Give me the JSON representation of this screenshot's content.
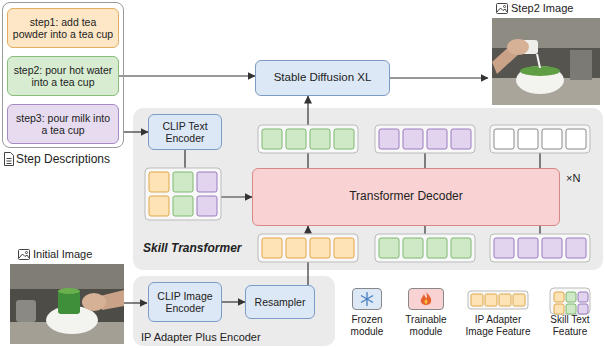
{
  "diagram": {
    "nodes": [
      {
        "text": [
          "Step Descriptions"
        ]
      },
      {
        "text": [
          "step1: add tea powder into a tea cup"
        ],
        "in": 0
      },
      {
        "text": [
          "step2: pour hot water into a tea cup"
        ],
        "in": 0
      },
      {
        "text": [
          "step3: pour milk into a tea cup"
        ],
        "in": 0
      },
      {
        "text": [
          "Stable Diffusion XL"
        ]
      },
      {
        "text": [
          "Skill Transformer"
        ]
      },
      {
        "text": [
          "CLIP Text Encoder"
        ],
        "in": 5
      },
      {
        "text": [
          "Transformer Decoder"
        ],
        "in": 5
      },
      {
        "text": [
          "IP Adapter Plus Encoder"
        ]
      },
      {
        "text": [
          "CLIP Image Encoder"
        ],
        "in": 8
      },
      {
        "text": [
          "Resampler"
        ],
        "in": 8
      }
    ],
    "edges": [
      {
        "from": 0,
        "to": 6,
        "arrow": "to"
      },
      {
        "from": 2,
        "to": 4,
        "arrow": "to"
      },
      {
        "from": 6,
        "to": 7,
        "arrow": "to"
      },
      {
        "from": 7,
        "to": 4,
        "arrow": "to"
      },
      {
        "from": 9,
        "to": 10,
        "arrow": "to"
      },
      {
        "from": 10,
        "to": 7,
        "arrow": "to"
      }
    ],
    "labels": [
      "Step2 Image",
      "×N",
      "Initial Image"
    ],
    "legend": [
      {
        "text": "Frozen module",
        "color": "#dce8f6"
      },
      {
        "text": "Trainable module",
        "color": "#f9d3d3"
      },
      {
        "text": "IP Adapter Image Feature"
      },
      {
        "text": "Skill Text Feature"
      }
    ]
  }
}
